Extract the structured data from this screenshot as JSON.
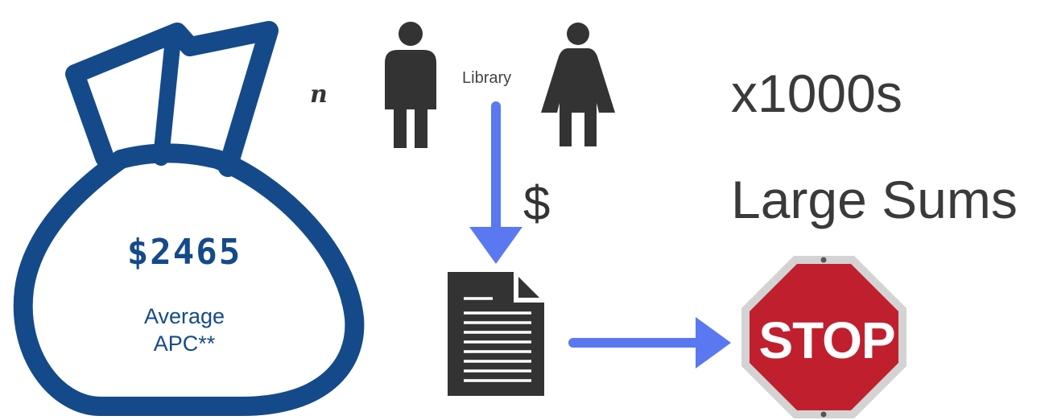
{
  "bag": {
    "amount": "$2465",
    "caption_line1": "Average",
    "caption_line2": "APC**"
  },
  "n_label": "n",
  "library_label": "Library",
  "dollar_label": "$",
  "x1000s_label": "x1000s",
  "large_sums_label": "Large Sums",
  "stop_sign_text": "STOP",
  "colors": {
    "bag_blue": "#154a8a",
    "arrow_blue": "#5a78f0",
    "figure_dark": "#333333",
    "stop_red": "#c0202e",
    "stop_border": "#d3d3d3"
  },
  "icons": [
    "money-bag-icon",
    "man-icon",
    "woman-icon",
    "document-icon",
    "stop-sign-icon"
  ]
}
